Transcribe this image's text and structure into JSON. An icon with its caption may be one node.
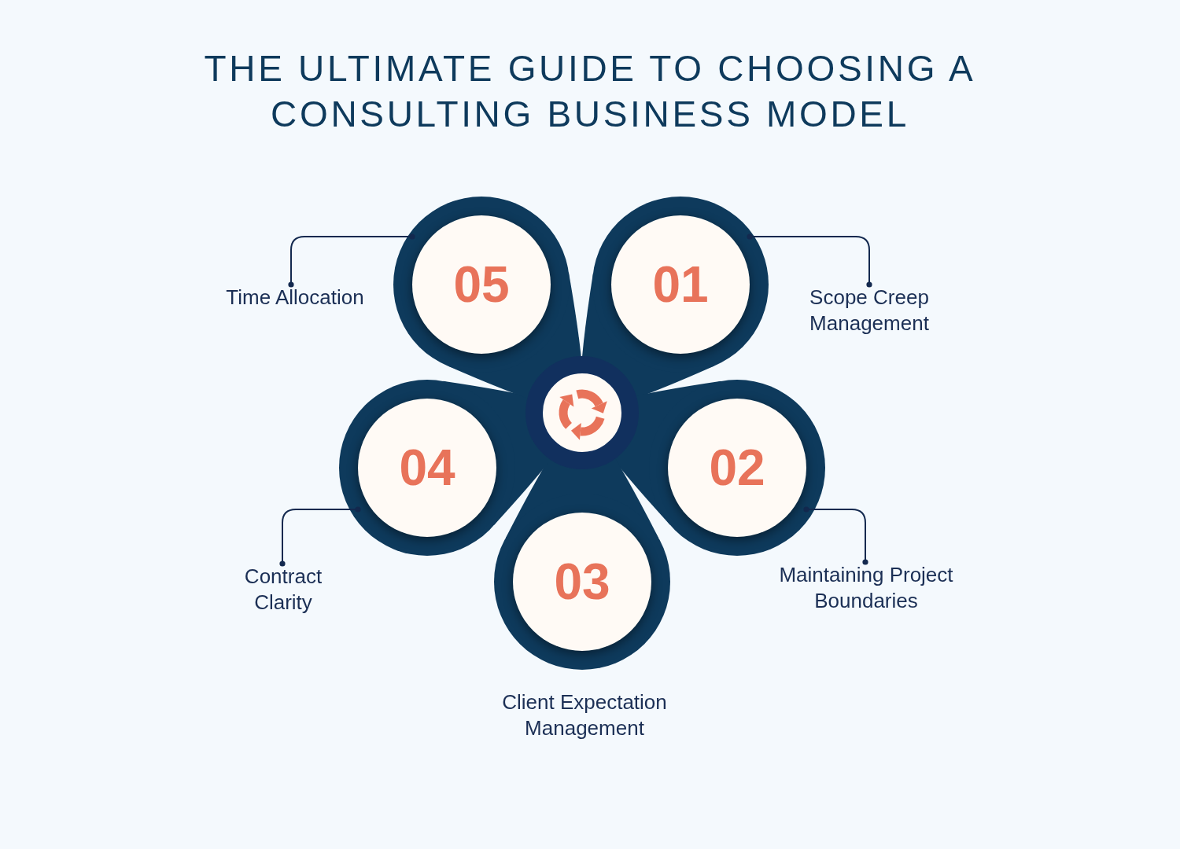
{
  "diagram": {
    "title": "THE ULTIMATE GUIDE TO CHOOSING A CONSULTING BUSINESS MODEL",
    "nodes": [
      {
        "text": [
          "01"
        ]
      },
      {
        "text": [
          "Scope Creep Management"
        ]
      },
      {
        "text": [
          "02"
        ]
      },
      {
        "text": [
          "Maintaining Project Boundaries"
        ]
      },
      {
        "text": [
          "03"
        ]
      },
      {
        "text": [
          "Client Expectation Management"
        ]
      },
      {
        "text": [
          "04"
        ]
      },
      {
        "text": [
          "Contract Clarity"
        ]
      },
      {
        "text": [
          "05"
        ]
      },
      {
        "text": [
          "Time Allocation"
        ]
      }
    ],
    "edges": [
      {
        "from": 1,
        "to": 0,
        "arrow": "other"
      },
      {
        "from": 3,
        "to": 2,
        "arrow": "other"
      },
      {
        "from": 7,
        "to": 6,
        "arrow": "other"
      },
      {
        "from": 9,
        "to": 8,
        "arrow": "other"
      }
    ]
  }
}
